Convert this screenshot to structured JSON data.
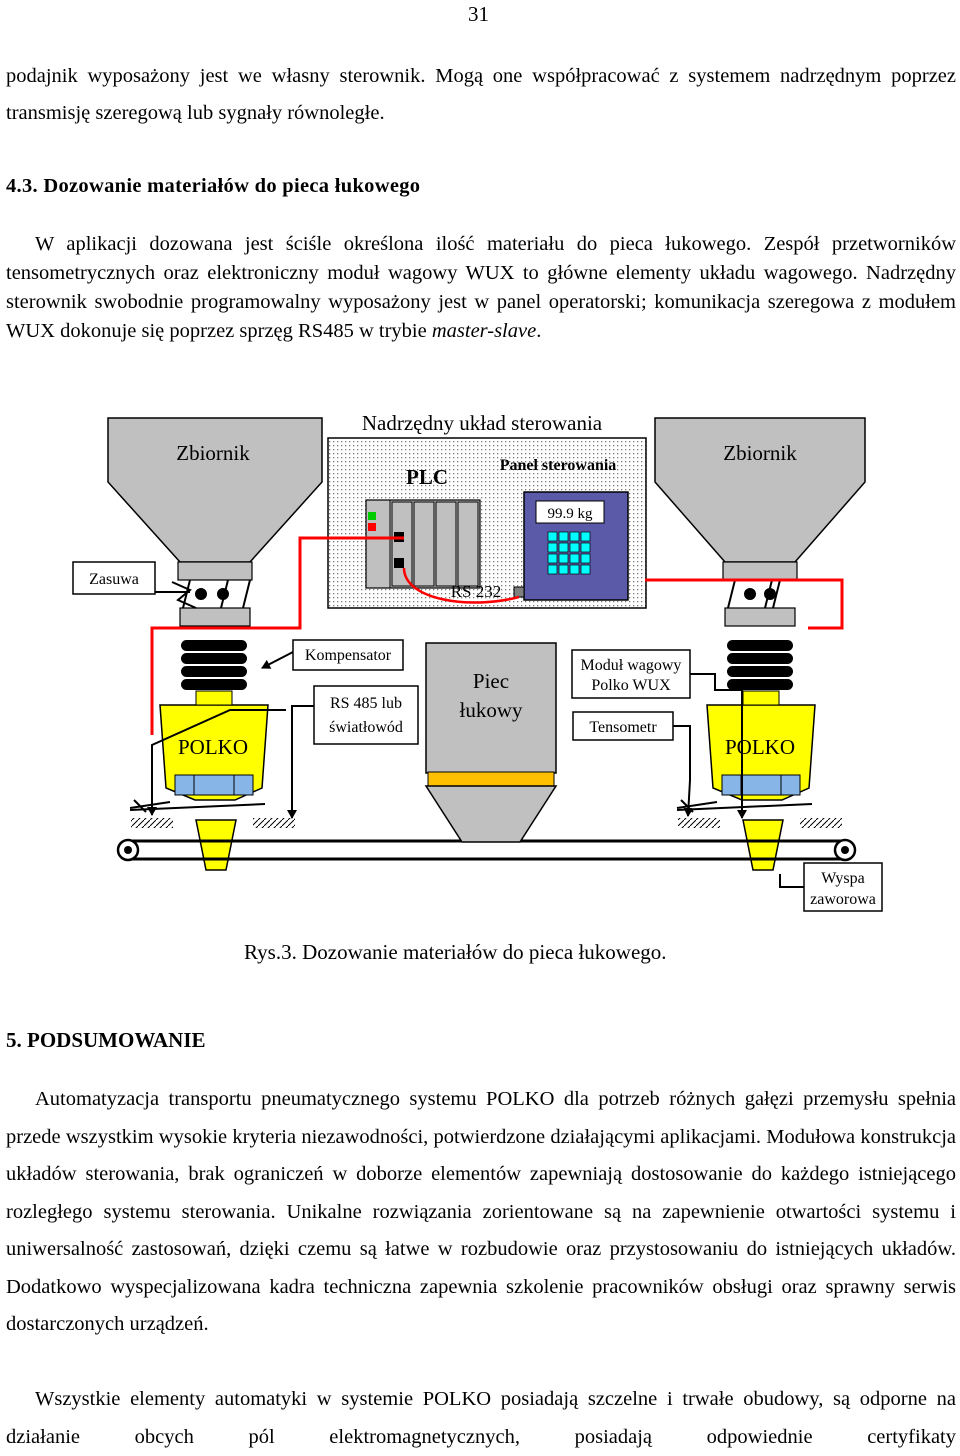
{
  "page_number": "31",
  "intro_paragraph": "podajnik wyposażony jest we własny sterownik. Mogą one współpracować z systemem nadrzędnym poprzez transmisję szeregową lub sygnały równoległe.",
  "section_431": {
    "heading": "4.3. Dozowanie materiałów do pieca łukowego",
    "paragraph_before": "W aplikacji dozowana jest ściśle określona ilość materiału do pieca łukowego. Zespół przetworników tensometrycznych oraz elektroniczny moduł wagowy WUX to główne elementy układu wagowego. Nadrzędny sterownik swobodnie programowalny wyposażony jest w panel operatorski; komunikacja szeregowa z modułem WUX dokonuje się poprzez sprzęg RS485 w trybie ",
    "paragraph_italic": "master-slave",
    "paragraph_after": "."
  },
  "figure": {
    "title": "Nadrzędny układ sterowania",
    "labels": {
      "tank_left": "Zbiornik",
      "tank_right": "Zbiornik",
      "plc": "PLC",
      "panel": "Panel sterowania",
      "display": "99.9 kg",
      "rs232": "RS 232",
      "zasuwa": "Zasuwa",
      "kompensator": "Kompensator",
      "rs485_line1": "RS 485 lub",
      "rs485_line2": "światłowód",
      "furnace_line1": "Piec",
      "furnace_line2": "łukowy",
      "module_line1": "Moduł wagowy",
      "module_line2": "Polko WUX",
      "tensometr": "Tensometr",
      "polko_left": "POLKO",
      "polko_right": "POLKO",
      "valve_line1": "Wyspa",
      "valve_line2": "zaworowa"
    },
    "colors": {
      "steel": "#c0c0c0",
      "polko_yellow": "#ffff00",
      "signal_red": "#ff0000",
      "panel_blue": "#5a5aa8",
      "keypad_cyan": "#00ffff",
      "furnace_orange": "#ffc000",
      "conveyor_blue": "#87b5e8"
    }
  },
  "caption": "Rys.3. Dozowanie materiałów do pieca łukowego.",
  "section_5": {
    "heading": "5. PODSUMOWANIE",
    "paragraph1": "Automatyzacja transportu pneumatycznego systemu POLKO dla potrzeb różnych gałęzi przemysłu spełnia przede wszystkim wysokie kryteria niezawodności, potwierdzone działającymi aplikacjami. Modułowa konstrukcja układów sterowania, brak ograniczeń w doborze elementów zapewniają dostosowanie do każdego istniejącego rozległego systemu sterowania. Unikalne rozwiązania zorientowane są na zapewnienie otwartości systemu i uniwersalność zastosowań, dzięki czemu są łatwe w rozbudowie oraz przystosowaniu do istniejących układów. Dodatkowo wyspecjalizowana kadra techniczna zapewnia szkolenie pracowników obsługi oraz sprawny serwis dostarczonych urządzeń.",
    "paragraph2": "Wszystkie elementy automatyki w systemie POLKO posiadają szczelne i trwałe obudowy, są odporne na działanie obcych pól elektromagnetycznych, posiadają odpowiednie certyfikaty"
  }
}
